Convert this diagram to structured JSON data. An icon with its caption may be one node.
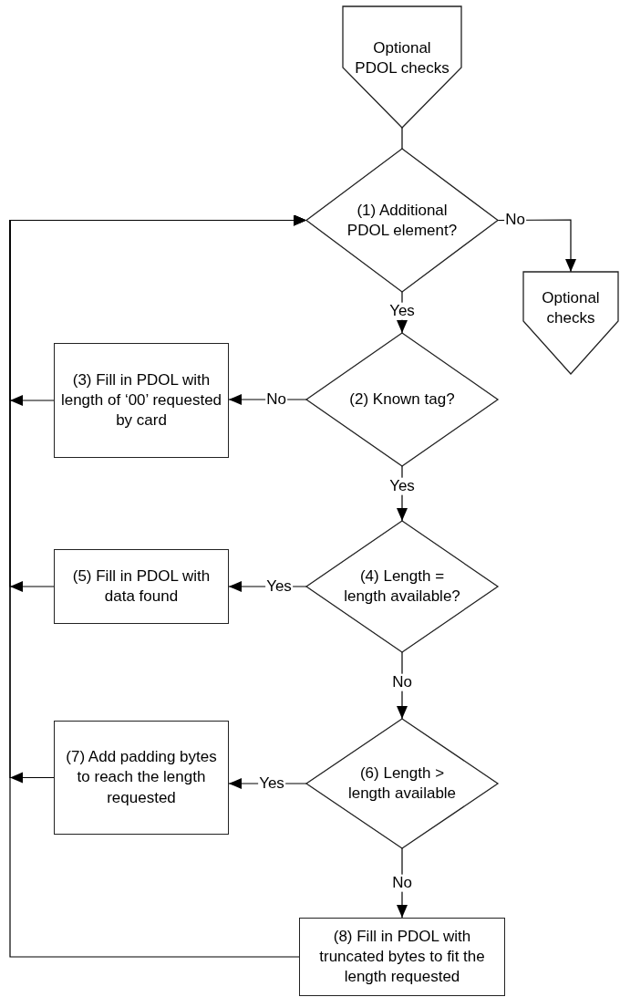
{
  "diagram": {
    "nodes": [
      {
        "text": [
          "Optional PDOL checks"
        ]
      },
      {
        "text": [
          "(1) Additional PDOL element?"
        ]
      },
      {
        "text": [
          "Optional checks"
        ]
      },
      {
        "text": [
          "(3) Fill in PDOL with length of ‘00’ requested by card"
        ]
      },
      {
        "text": [
          "(2) Known tag?"
        ]
      },
      {
        "text": [
          "(5) Fill in PDOL with data found"
        ]
      },
      {
        "text": [
          "(4) Length = length available?"
        ]
      },
      {
        "text": [
          "(7) Add padding bytes to reach the length requested"
        ]
      },
      {
        "text": [
          "(6) Length > length available"
        ]
      },
      {
        "text": [
          "(8) Fill in PDOL with truncated bytes to fit the length requested"
        ]
      }
    ],
    "edges": [
      {
        "from": 0,
        "to": 1,
        "arrow": "none"
      },
      {
        "from": 1,
        "to": 2,
        "arrow": "to",
        "label": "No"
      },
      {
        "from": 1,
        "to": 4,
        "arrow": "to",
        "label": "Yes"
      },
      {
        "from": 4,
        "to": 3,
        "arrow": "to",
        "label": "No"
      },
      {
        "from": 4,
        "to": 6,
        "arrow": "to",
        "label": "Yes"
      },
      {
        "from": 6,
        "to": 5,
        "arrow": "to",
        "label": "Yes"
      },
      {
        "from": 6,
        "to": 8,
        "arrow": "to",
        "label": "No"
      },
      {
        "from": 8,
        "to": 7,
        "arrow": "to",
        "label": "Yes"
      },
      {
        "from": 8,
        "to": 9,
        "arrow": "to",
        "label": "No"
      },
      {
        "from": 3,
        "to": 1,
        "arrow": "to"
      },
      {
        "from": 5,
        "to": 1,
        "arrow": "to"
      },
      {
        "from": 7,
        "to": 1,
        "arrow": "to"
      },
      {
        "from": 9,
        "to": 1,
        "arrow": "to"
      }
    ]
  }
}
